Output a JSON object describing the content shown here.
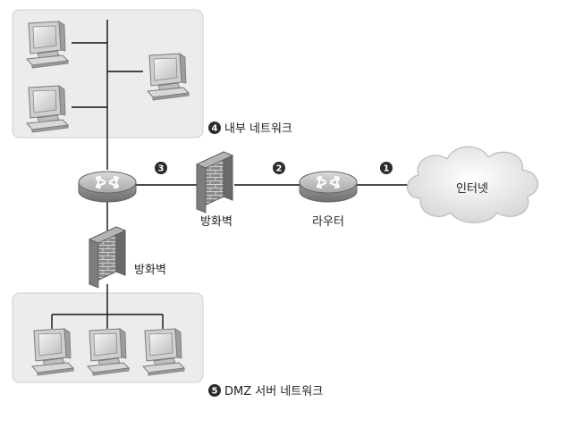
{
  "labels": {
    "internal_network": "내부 네트워크",
    "dmz_network": "DMZ 서버 네트워크",
    "firewall_top": "방화벽",
    "firewall_left": "방화벽",
    "router": "라우터",
    "internet": "인터넷"
  },
  "badges": {
    "b1": "1",
    "b2": "2",
    "b3": "3",
    "b4": "4",
    "b5": "5"
  },
  "colors": {
    "zone_fill": "#ececec",
    "zone_stroke": "#cfcfcf",
    "line": "#111111",
    "badge": "#2b2b2b"
  }
}
